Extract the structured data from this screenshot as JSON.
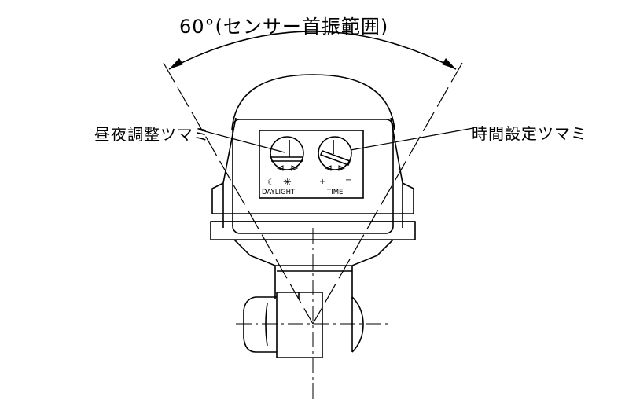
{
  "title": "60°(センサー首振範囲)",
  "labels": {
    "daylight_knob": "昼夜調整ツマミ",
    "time_knob": "時間設定ツマミ"
  },
  "panel": {
    "moon_symbol": "☾",
    "sun_symbol": "✳",
    "daylight_text": "DAYLIGHT",
    "plus_symbol": "+",
    "minus_symbol": "−",
    "time_text": "TIME"
  }
}
